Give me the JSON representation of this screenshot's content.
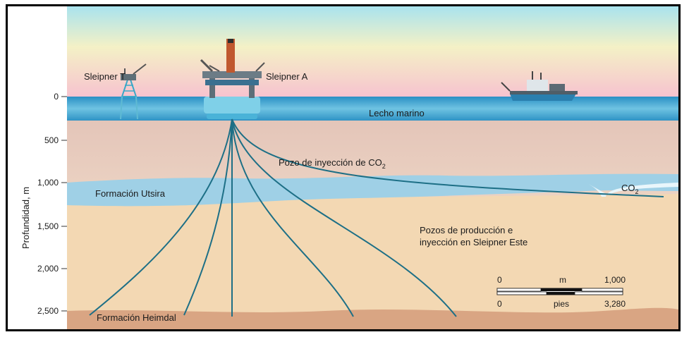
{
  "labels": {
    "sleipner_t": "Sleipner T",
    "sleipner_a": "Sleipner A",
    "seabed": "Lecho marino",
    "injection_well_prefix": "Pozo de inyección de CO",
    "injection_well_sub": "2",
    "utsira": "Formación Utsira",
    "co2_prefix": "CO",
    "co2_sub": "2",
    "production_line1": "Pozos de producción e",
    "production_line2": "inyección en Sleipner Este",
    "heimdal": "Formación Heimdal"
  },
  "depth_axis": {
    "label": "Profundidad, m",
    "ticks": [
      "0",
      "500",
      "1,000",
      "1,500",
      "2,000",
      "2,500"
    ]
  },
  "scale_bar": {
    "m_start": "0",
    "m_unit": "m",
    "m_end": "1,000",
    "ft_start": "0",
    "ft_unit": "pies",
    "ft_end": "3,280"
  },
  "colors": {
    "well_line": "#1d6f86",
    "sea": "#4aa3c9",
    "sediment": "#e7c9b5",
    "utsira": "#9fd0e6",
    "heimdal": "#d9a583"
  }
}
